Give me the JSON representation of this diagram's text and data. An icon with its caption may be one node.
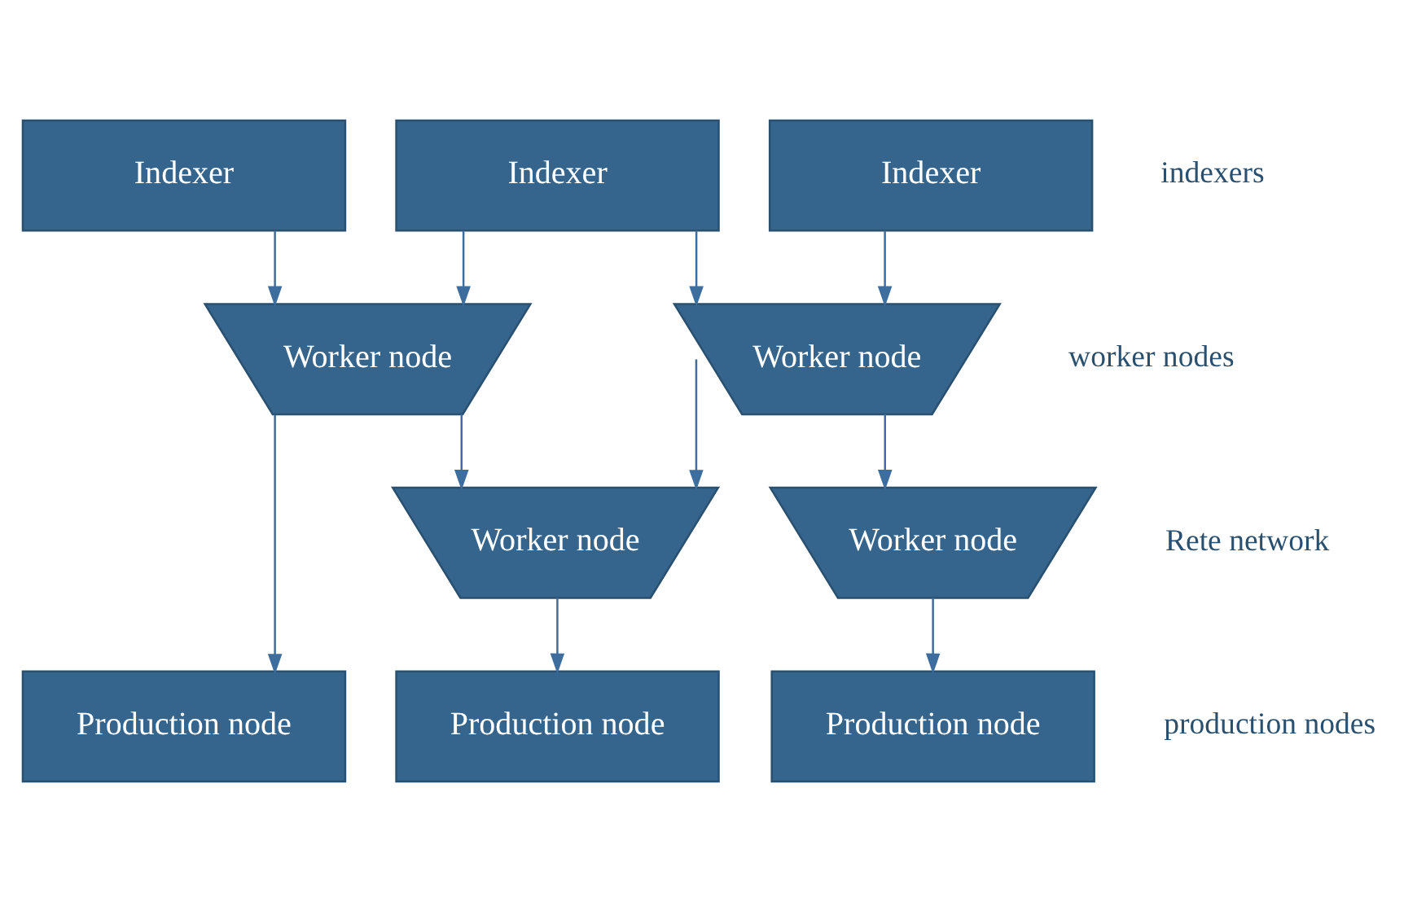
{
  "diagram": {
    "nodes": [
      {
        "text": [
          "Indexer"
        ]
      },
      {
        "text": [
          "Indexer"
        ]
      },
      {
        "text": [
          "Indexer"
        ]
      },
      {
        "text": [
          "Worker node"
        ]
      },
      {
        "text": [
          "Worker node"
        ]
      },
      {
        "text": [
          "Worker node"
        ]
      },
      {
        "text": [
          "Worker node"
        ]
      },
      {
        "text": [
          "Production node"
        ]
      },
      {
        "text": [
          "Production node"
        ]
      },
      {
        "text": [
          "Production node"
        ]
      }
    ],
    "edges": [
      {
        "from": 0,
        "to": 3,
        "arrow": "to"
      },
      {
        "from": 1,
        "to": 3,
        "arrow": "to"
      },
      {
        "from": 1,
        "to": 4,
        "arrow": "to"
      },
      {
        "from": 2,
        "to": 4,
        "arrow": "to"
      },
      {
        "from": 4,
        "to": 5,
        "arrow": "to"
      },
      {
        "from": 4,
        "to": 6,
        "arrow": "to"
      },
      {
        "from": 3,
        "to": 5,
        "arrow": "to"
      },
      {
        "from": 3,
        "to": 7,
        "arrow": "to"
      },
      {
        "from": 5,
        "to": 8,
        "arrow": "to"
      },
      {
        "from": 6,
        "to": 9,
        "arrow": "to"
      }
    ],
    "labels": [
      "indexers",
      "worker nodes",
      "production nodes",
      "Rete network"
    ]
  }
}
